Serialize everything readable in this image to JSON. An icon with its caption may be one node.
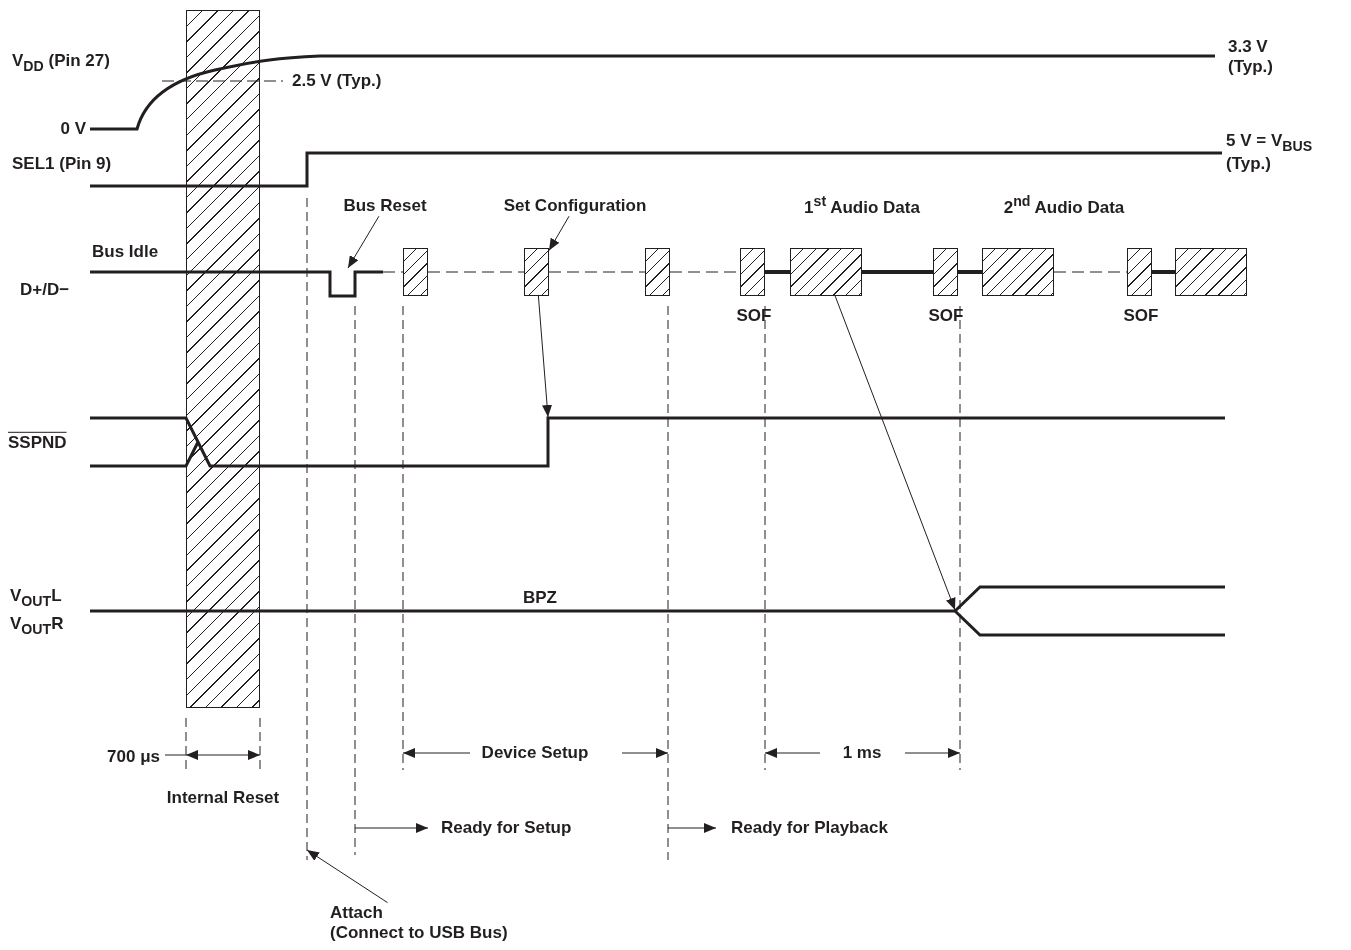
{
  "diagram": {
    "nodes": [
      {
        "text": [],
        "shape": "bar"
      },
      {
        "text": [
          "Bus Reset"
        ]
      },
      {
        "text": [
          "Set Configuration"
        ]
      },
      {
        "text": [],
        "shape": "box"
      },
      {
        "text": [],
        "shape": "box"
      },
      {
        "text": [],
        "shape": "box"
      },
      {
        "text": [],
        "shape": "box"
      },
      {
        "text": [],
        "shape": "box"
      },
      {
        "text": [],
        "shape": "box"
      },
      {
        "text": [],
        "shape": "box"
      },
      {
        "text": [],
        "shape": "box"
      },
      {
        "text": [],
        "shape": "box"
      },
      {
        "text": [
          "Attach (Connect to USB Bus)"
        ]
      }
    ],
    "edges": [
      {
        "from": 1,
        "to": null,
        "arrow": "to"
      },
      {
        "from": 2,
        "to": 4,
        "arrow": "to"
      },
      {
        "from": 4,
        "to": null,
        "arrow": "to"
      },
      {
        "from": 7,
        "to": null,
        "arrow": "to"
      },
      {
        "from": 12,
        "to": null,
        "arrow": "to"
      },
      {
        "from": null,
        "to": 3,
        "arrow": "none",
        "style": "dashed"
      },
      {
        "from": 3,
        "to": 4,
        "arrow": "none",
        "style": "dashed"
      },
      {
        "from": 4,
        "to": 5,
        "arrow": "none",
        "style": "dashed"
      },
      {
        "from": 5,
        "to": 6,
        "arrow": "none",
        "style": "dashed"
      },
      {
        "from": 6,
        "to": 7,
        "arrow": "none",
        "style": "thick"
      },
      {
        "from": 7,
        "to": 8,
        "arrow": "none",
        "style": "thick"
      },
      {
        "from": 8,
        "to": 9,
        "arrow": "none",
        "style": "thick"
      },
      {
        "from": 9,
        "to": 10,
        "arrow": "none",
        "style": "dashed"
      },
      {
        "from": 10,
        "to": 11,
        "arrow": "none",
        "style": "thick"
      }
    ],
    "labels": [
      "V$_{DD}$ (Pin 27)",
      "3.3 V (Typ.)",
      "2.5 V (Typ.)",
      "0 V",
      "5 V = V$_{BUS}$ (Typ.)",
      "SEL1 (Pin 9)",
      "1$^{st}$ Audio Data",
      "2$^{nd}$ Audio Data",
      "Bus Idle",
      "D+/D−",
      "SOF",
      "SOF",
      "SOF",
      "SSPND",
      "V$_{OUT}$L",
      "V$_{OUT}$R",
      "BPZ",
      "700 μs",
      "Device Setup",
      "1 ms",
      "Internal Reset",
      "Ready for Setup",
      "Ready for Playback"
    ]
  }
}
